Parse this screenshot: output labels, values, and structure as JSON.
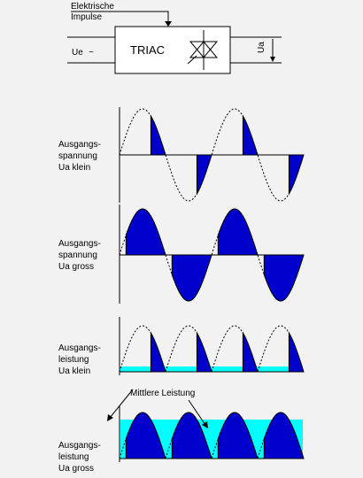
{
  "block": {
    "impulse_line1": "Elektrische",
    "impulse_line2": "Impulse",
    "input_label": "Ue",
    "input_symbol": "~",
    "device": "TRIAC",
    "output_label": "Ua"
  },
  "panels": [
    {
      "lines": [
        "Ausgangs-",
        "spannung",
        "Ua klein"
      ]
    },
    {
      "lines": [
        "Ausgangs-",
        "spannung",
        "Ua gross"
      ]
    },
    {
      "lines": [
        "Ausgangs-",
        "leistung",
        "Ua klein"
      ]
    },
    {
      "lines": [
        "Ausgangs-",
        "leistung",
        "Ua gross"
      ]
    }
  ],
  "annotation": "Mittlere Leistung",
  "colors": {
    "fill": "#0000cc",
    "average_power": "#00ffff",
    "background": "#f2f2f2",
    "box": "#ffffff"
  }
}
